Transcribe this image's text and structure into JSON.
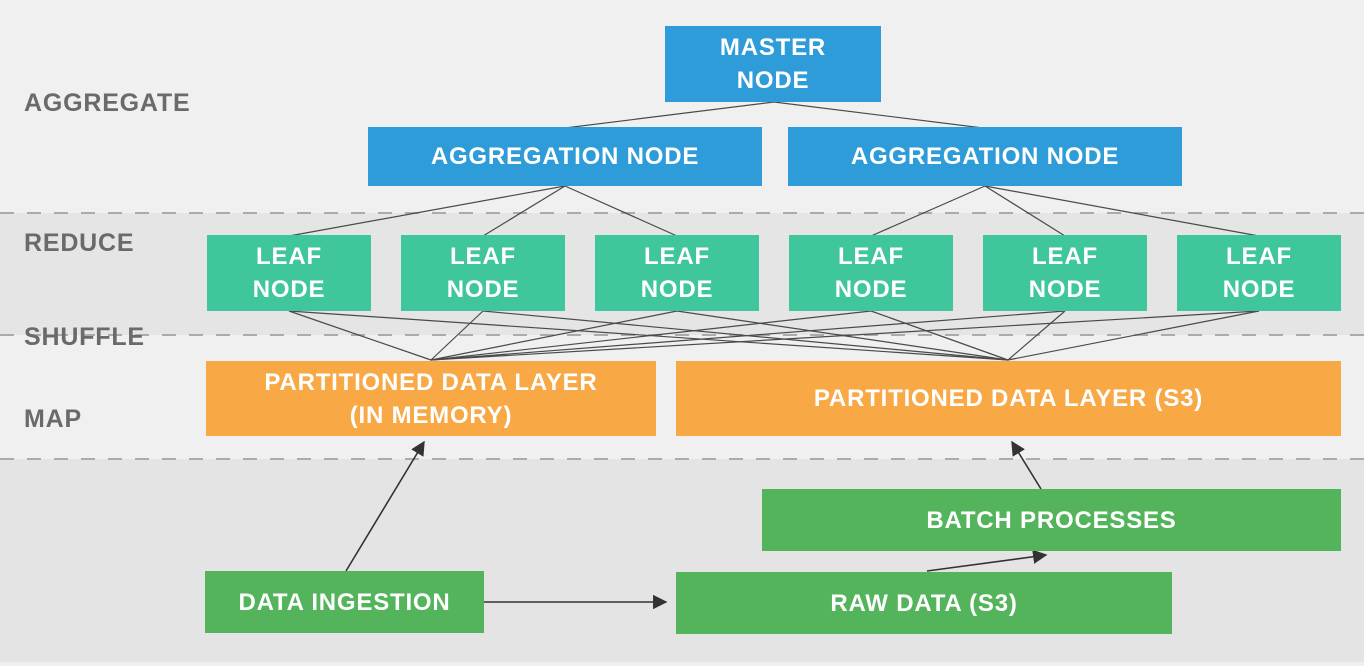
{
  "sections": {
    "aggregate": "AGGREGATE",
    "reduce": "REDUCE",
    "shuffle": "SHUFFLE",
    "map": "MAP"
  },
  "nodes": {
    "master": {
      "label": "MASTER\nNODE"
    },
    "aggregation_1": {
      "label": "AGGREGATION NODE"
    },
    "aggregation_2": {
      "label": "AGGREGATION NODE"
    },
    "leaves": {
      "count": 6,
      "label": "LEAF\nNODE"
    },
    "partitioned_memory": {
      "label": "PARTITIONED DATA LAYER\n(IN MEMORY)"
    },
    "partitioned_s3": {
      "label": "PARTITIONED DATA LAYER (S3)"
    },
    "batch_processes": {
      "label": "BATCH PROCESSES"
    },
    "raw_data": {
      "label": "RAW DATA (S3)"
    },
    "data_ingestion": {
      "label": "DATA INGESTION"
    }
  },
  "colors": {
    "node_blue": "#2d9cd8",
    "node_teal": "#40c69d",
    "node_orange": "#f8a845",
    "node_green": "#54b45c",
    "band_light": "#f0f0f0",
    "band_dark": "#e5e5e5",
    "section_label_text": "#6a6a6a",
    "connector_line": "#444444",
    "node_text": "#ffffff"
  },
  "connections": [
    {
      "from": "master-node",
      "to": "aggregation-node-1",
      "arrow": false
    },
    {
      "from": "master-node",
      "to": "aggregation-node-2",
      "arrow": false
    },
    {
      "from": "aggregation-node-1",
      "to": "leaf-node-1",
      "arrow": false
    },
    {
      "from": "aggregation-node-1",
      "to": "leaf-node-2",
      "arrow": false
    },
    {
      "from": "aggregation-node-1",
      "to": "leaf-node-3",
      "arrow": false
    },
    {
      "from": "aggregation-node-2",
      "to": "leaf-node-4",
      "arrow": false
    },
    {
      "from": "aggregation-node-2",
      "to": "leaf-node-5",
      "arrow": false
    },
    {
      "from": "aggregation-node-2",
      "to": "leaf-node-6",
      "arrow": false
    },
    {
      "from": "leaf-node-1",
      "to": "partitioned-data-layer-in-memory",
      "arrow": false
    },
    {
      "from": "leaf-node-2",
      "to": "partitioned-data-layer-in-memory",
      "arrow": false
    },
    {
      "from": "leaf-node-3",
      "to": "partitioned-data-layer-in-memory",
      "arrow": false
    },
    {
      "from": "leaf-node-4",
      "to": "partitioned-data-layer-in-memory",
      "arrow": false
    },
    {
      "from": "leaf-node-5",
      "to": "partitioned-data-layer-in-memory",
      "arrow": false
    },
    {
      "from": "leaf-node-6",
      "to": "partitioned-data-layer-in-memory",
      "arrow": false
    },
    {
      "from": "leaf-node-1",
      "to": "partitioned-data-layer-s3",
      "arrow": false
    },
    {
      "from": "leaf-node-2",
      "to": "partitioned-data-layer-s3",
      "arrow": false
    },
    {
      "from": "leaf-node-3",
      "to": "partitioned-data-layer-s3",
      "arrow": false
    },
    {
      "from": "leaf-node-4",
      "to": "partitioned-data-layer-s3",
      "arrow": false
    },
    {
      "from": "leaf-node-5",
      "to": "partitioned-data-layer-s3",
      "arrow": false
    },
    {
      "from": "leaf-node-6",
      "to": "partitioned-data-layer-s3",
      "arrow": false
    },
    {
      "from": "data-ingestion",
      "to": "partitioned-data-layer-in-memory",
      "arrow": true
    },
    {
      "from": "data-ingestion",
      "to": "raw-data-s3",
      "arrow": true
    },
    {
      "from": "raw-data-s3",
      "to": "batch-processes",
      "arrow": true
    },
    {
      "from": "batch-processes",
      "to": "partitioned-data-layer-s3",
      "arrow": true
    }
  ]
}
